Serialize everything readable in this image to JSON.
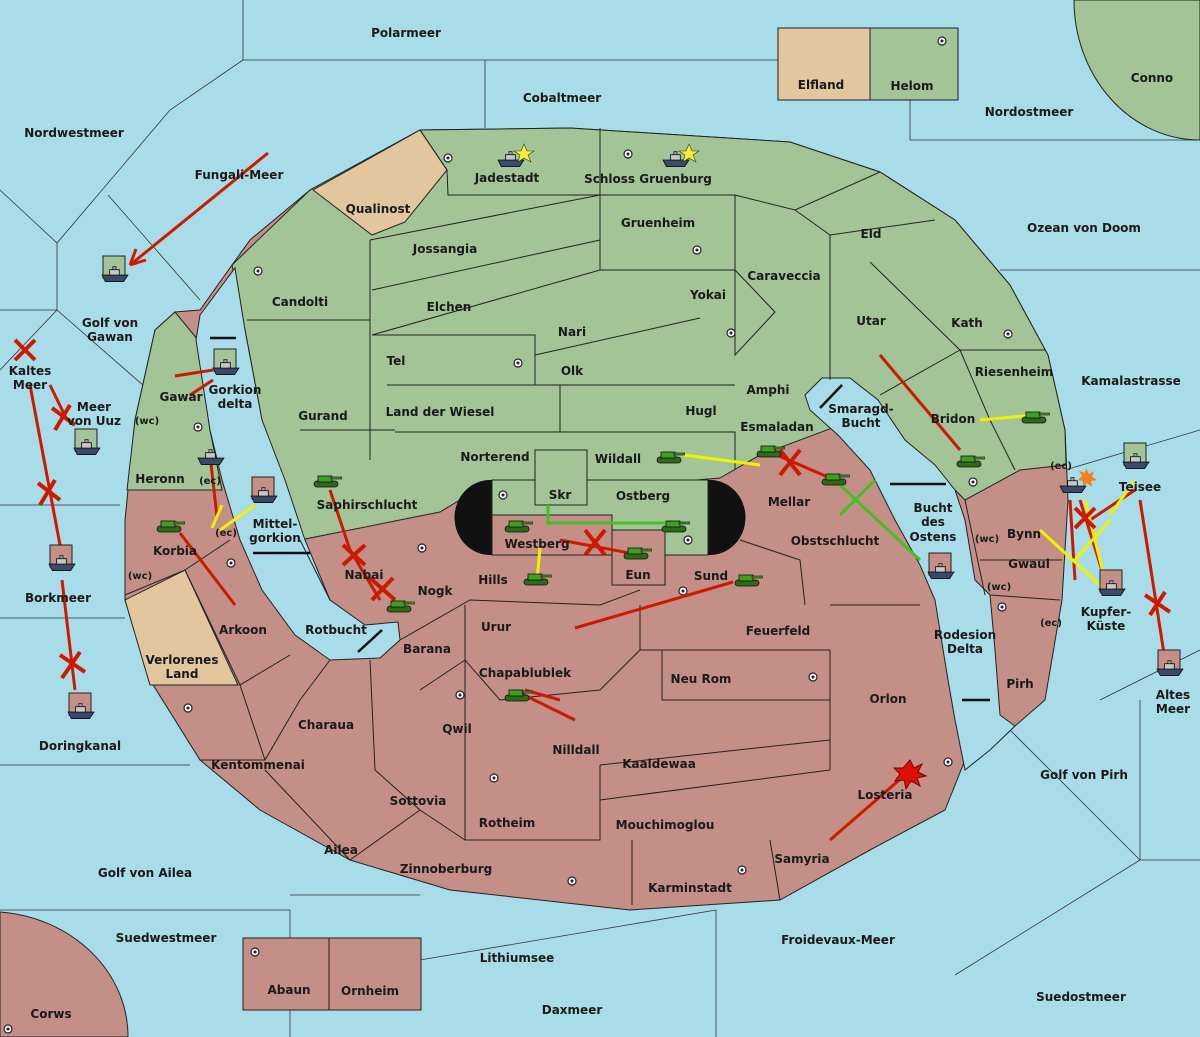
{
  "colors": {
    "sea": "#a8dce8",
    "green_power": "#a3c497",
    "red_power": "#c48f86",
    "neutral": "#e2c69e",
    "order_move_failed": "#cc1a00",
    "order_support": "#f2f200",
    "order_convoy": "#44c020"
  },
  "seas": [
    "Polarmeer",
    "Cobaltmeer",
    "Nordwestmeer",
    "Nordostmeer",
    "Conno",
    "Fungali-Meer",
    "Ozean von Doom",
    "Kamalastrasse",
    "Rotbucht",
    "Borkmeer",
    "Doringkanal",
    "Golf von Pirh",
    "Golf von Ailea",
    "Suedwestmeer",
    "Lithiumsee",
    "Froidevaux-Meer",
    "Daxmeer",
    "Suedostmeer",
    "Corws"
  ],
  "seas_multiline": {
    "golf_von_gawan": [
      "Golf von",
      "Gawan"
    ],
    "kaltes_meer": [
      "Kaltes",
      "Meer"
    ],
    "meer_von_uuz": [
      "Meer",
      "von Uuz"
    ],
    "smaragd_bucht": [
      "Smaragd-",
      "Bucht"
    ],
    "bucht_des_ostens": [
      "Bucht",
      "des",
      "Ostens"
    ],
    "altes_meer": [
      "Altes",
      "Meer"
    ],
    "mittel_gorkion": [
      "Mittel-",
      "gorkion"
    ],
    "gorkion_delta": [
      "Gorkion",
      "delta"
    ],
    "rodesion_delta": [
      "Rodesion",
      "Delta"
    ]
  },
  "lands": [
    "Elfland",
    "Helom",
    "Jadestadt",
    "Schloss Gruenburg",
    "Qualinost",
    "Gruenheim",
    "Eld",
    "Jossangia",
    "Caraveccia",
    "Candolti",
    "Elchen",
    "Yokai",
    "Utar",
    "Kath",
    "Nari",
    "Tel",
    "Olk",
    "Riesenheim",
    "Amphi",
    "Gawar",
    "Land der Wiesel",
    "Gurand",
    "Hugl",
    "Bridon",
    "Esmaladan",
    "Heronn",
    "Norterend",
    "Wildall",
    "Skr",
    "Ostberg",
    "Saphirschlucht",
    "Mellar",
    "Korbia",
    "Westberg",
    "Obstschlucht",
    "Bynn",
    "Gwaul",
    "Nabai",
    "Hills",
    "Eun",
    "Sund",
    "Nogk",
    "Arkoon",
    "Urur",
    "Feuerfeld",
    "Barana",
    "Chapablublek",
    "Neu Rom",
    "Pirh",
    "Orlon",
    "Charaua",
    "Qwil",
    "Nilldall",
    "Kaaldewaa",
    "Kentommenai",
    "Losteria",
    "Sottovia",
    "Rotheim",
    "Mouchimoglou",
    "Ailea",
    "Samyria",
    "Zinnoberburg",
    "Karminstadt",
    "Abaun",
    "Ornheim",
    "Teisee"
  ],
  "lands_multiline": {
    "kupfer_kueste": [
      "Kupfer-",
      "Küste"
    ],
    "verlorenes_land": [
      "Verlorenes",
      "Land"
    ]
  },
  "coasts": [
    "(wc)",
    "(ec)",
    "(ec)",
    "(wc)",
    "(ec)",
    "(wc)",
    "(wc)",
    "(ec)"
  ]
}
